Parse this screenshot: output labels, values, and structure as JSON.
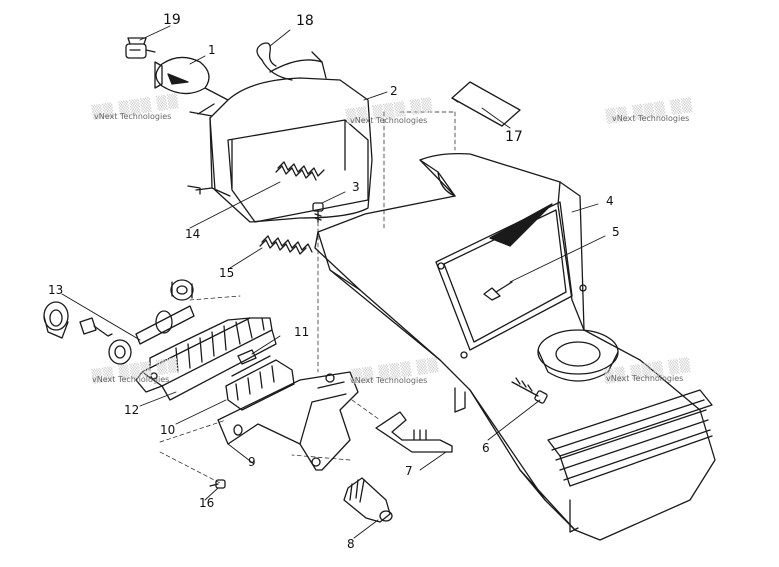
{
  "callouts": {
    "c1": "1",
    "c2": "2",
    "c3": "3",
    "c4": "4",
    "c5": "5",
    "c6": "6",
    "c7": "7",
    "c8": "8",
    "c9": "9",
    "c10": "10",
    "c11": "11",
    "c12": "12",
    "c13": "13",
    "c14": "14",
    "c15": "15",
    "c16": "16",
    "c17": "17",
    "c18": "18",
    "c19": "19"
  },
  "watermark": {
    "text": "vNext Technologies"
  },
  "colors": {
    "ink": "#1a1a1a",
    "background": "#ffffff",
    "watermark": "#666666"
  }
}
